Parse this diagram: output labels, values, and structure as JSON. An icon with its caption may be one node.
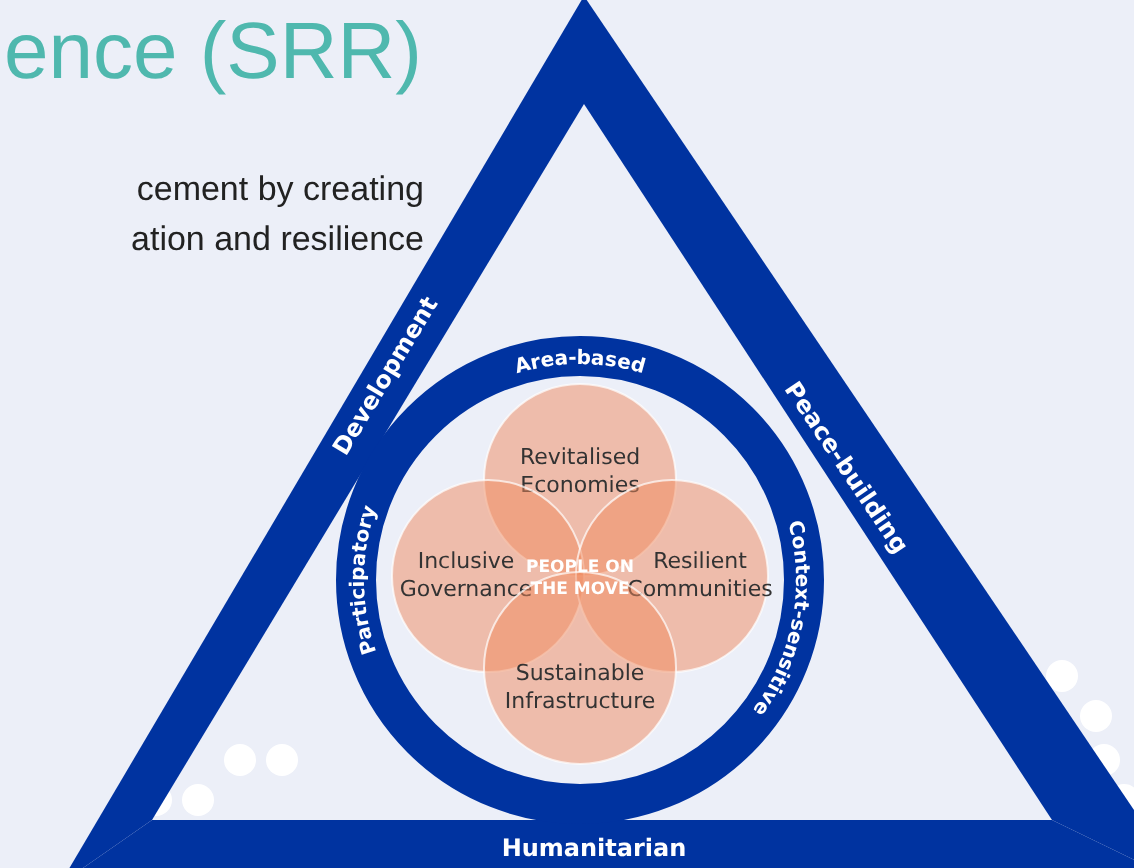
{
  "diagram": {
    "title": "ence (SRR)",
    "nodes": [
      {
        "text": [
          "Development"
        ]
      },
      {
        "text": [
          "Peace-building"
        ]
      },
      {
        "text": [
          "Humanitarian"
        ]
      },
      {
        "text": [
          "Area-based",
          "Participatory",
          "Context-sensitive"
        ]
      },
      {
        "text": [
          "Revitalised Economies"
        ],
        "in": 3
      },
      {
        "text": [
          "Inclusive Governance"
        ],
        "in": 3
      },
      {
        "text": [
          "Resilient Communities"
        ],
        "in": 3
      },
      {
        "text": [
          "Sustainable Infrastructure"
        ],
        "in": 3
      }
    ],
    "edges": [],
    "labels": [
      "cement by creating ation and resilience",
      "PEOPLE ON THE MOVE"
    ]
  }
}
